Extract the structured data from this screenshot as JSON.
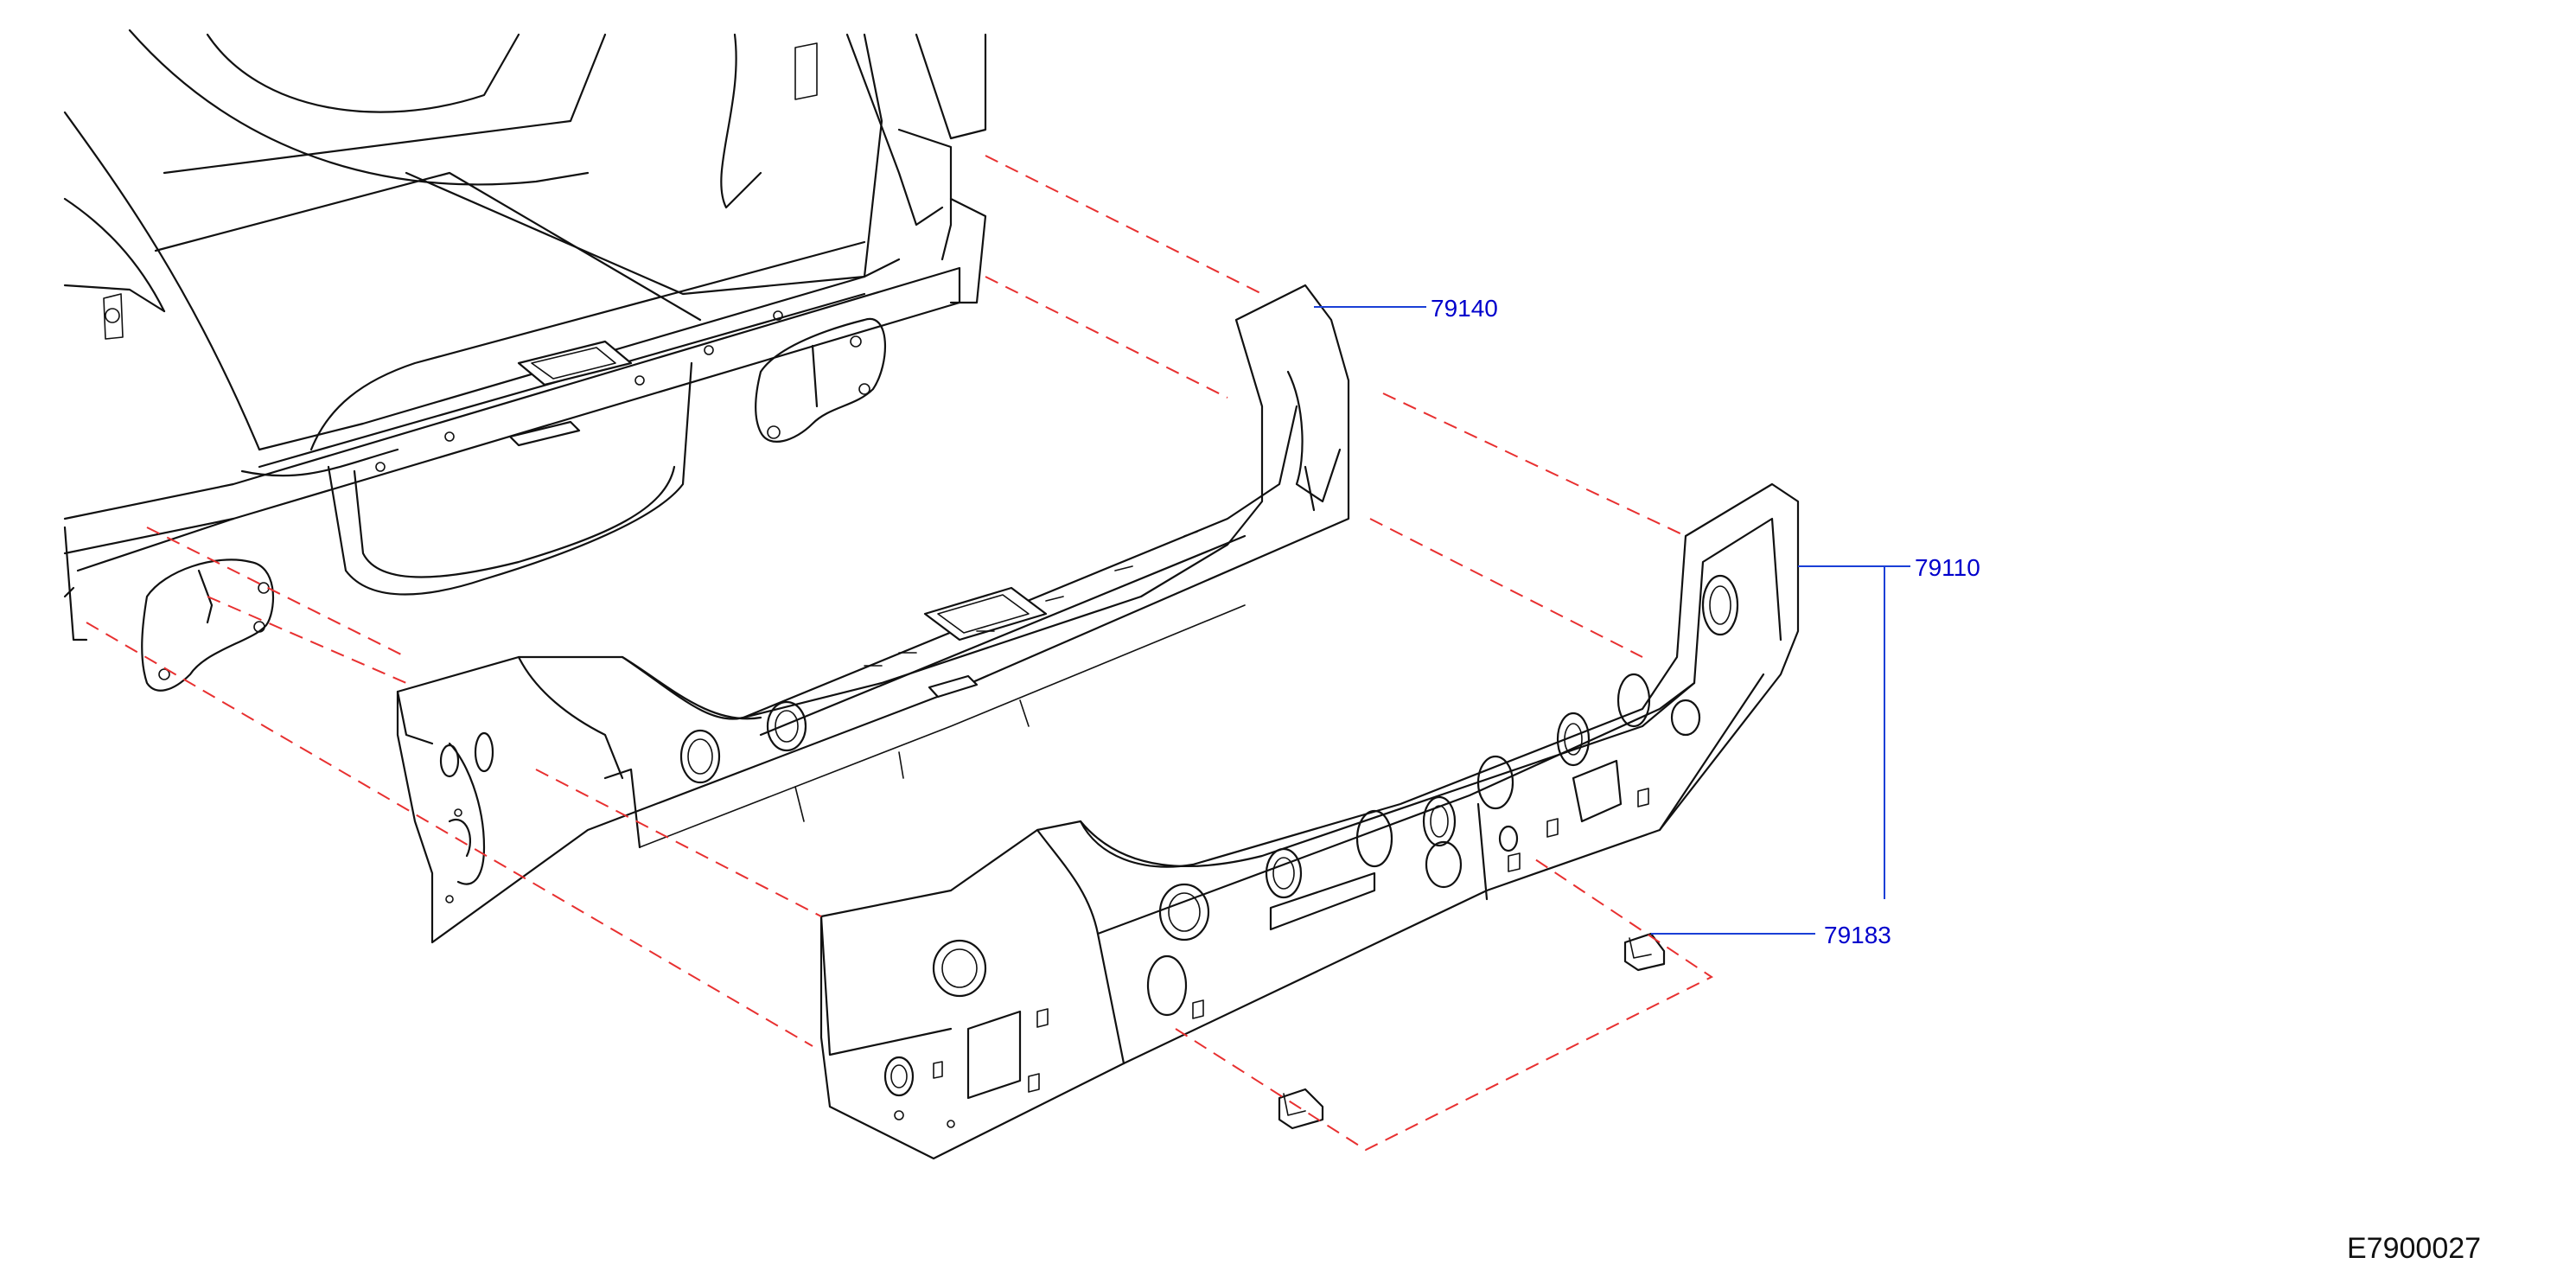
{
  "diagram": {
    "callouts": [
      {
        "id": "upper-rear-panel",
        "label": "79140"
      },
      {
        "id": "rear-panel",
        "label": "79110"
      },
      {
        "id": "bracket",
        "label": "79183"
      }
    ],
    "reference_code": "E7900027",
    "colors": {
      "linework": "#111111",
      "callout": "#0000cc",
      "leader": "#1a3fd6",
      "dashed_guide": "#e83030"
    }
  }
}
